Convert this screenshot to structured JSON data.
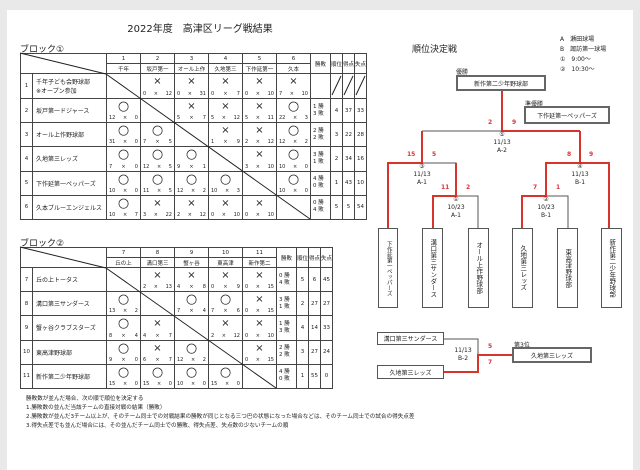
{
  "title": "2022年度　高津区リーグ戦結果",
  "block1": {
    "title": "ブロック①",
    "col_nums": [
      "1",
      "2",
      "3",
      "4",
      "5",
      "6"
    ],
    "col_names": [
      "千年",
      "坂戸第一",
      "オール上作",
      "久地第三",
      "下作延第一",
      "久本"
    ],
    "headers": {
      "record": "勝敗",
      "rank": "順位",
      "scored": "得点",
      "allowed": "失点"
    },
    "rows": [
      {
        "num": "1",
        "team": "千年子ども会野球部",
        "note": "※オープン参加",
        "results": [
          null,
          [
            "×",
            "0",
            "12"
          ],
          [
            "×",
            "0",
            "31"
          ],
          [
            "×",
            "0",
            "7"
          ],
          [
            "×",
            "0",
            "10"
          ],
          [
            "×",
            "7",
            "10"
          ]
        ],
        "wins": "",
        "losses": "",
        "rank": "",
        "scored": "",
        "allowed": ""
      },
      {
        "num": "2",
        "team": "坂戸第一ドジャース",
        "results": [
          [
            "○",
            "12",
            "0"
          ],
          null,
          [
            "×",
            "5",
            "7"
          ],
          [
            "×",
            "5",
            "12"
          ],
          [
            "×",
            "5",
            "11"
          ],
          [
            "○",
            "22",
            "3"
          ]
        ],
        "wins": "1",
        "losses": "3",
        "rank": "4",
        "scored": "37",
        "allowed": "33"
      },
      {
        "num": "3",
        "team": "オール上作野球部",
        "results": [
          [
            "○",
            "31",
            "0"
          ],
          [
            "○",
            "7",
            "5"
          ],
          null,
          [
            "×",
            "1",
            "9"
          ],
          [
            "×",
            "2",
            "12"
          ],
          [
            "○",
            "12",
            "2"
          ]
        ],
        "wins": "2",
        "losses": "2",
        "rank": "3",
        "scored": "22",
        "allowed": "28"
      },
      {
        "num": "4",
        "team": "久地第三レッズ",
        "results": [
          [
            "○",
            "7",
            "0"
          ],
          [
            "○",
            "12",
            "5"
          ],
          [
            "○",
            "9",
            "1"
          ],
          null,
          [
            "×",
            "3",
            "10"
          ],
          [
            "○",
            "10",
            "0"
          ]
        ],
        "wins": "3",
        "losses": "1",
        "rank": "2",
        "scored": "34",
        "allowed": "16"
      },
      {
        "num": "5",
        "team": "下作延第一ペッパーズ",
        "results": [
          [
            "○",
            "10",
            "0"
          ],
          [
            "○",
            "11",
            "5"
          ],
          [
            "○",
            "12",
            "2"
          ],
          [
            "○",
            "10",
            "3"
          ],
          null,
          [
            "○",
            "10",
            "0"
          ]
        ],
        "wins": "4",
        "losses": "0",
        "rank": "1",
        "scored": "43",
        "allowed": "10"
      },
      {
        "num": "6",
        "team": "久本ブルーエンジェルス",
        "results": [
          [
            "○",
            "10",
            "7"
          ],
          [
            "×",
            "3",
            "22"
          ],
          [
            "×",
            "2",
            "12"
          ],
          [
            "×",
            "0",
            "10"
          ],
          [
            "×",
            "0",
            "10"
          ],
          null
        ],
        "wins": "0",
        "losses": "4",
        "rank": "5",
        "scored": "5",
        "allowed": "54"
      }
    ]
  },
  "block2": {
    "title": "ブロック②",
    "col_nums": [
      "7",
      "8",
      "9",
      "10",
      "11"
    ],
    "col_names": [
      "丘の上",
      "溝口第三",
      "蟹ヶ谷",
      "東高津",
      "新作第二"
    ],
    "headers": {
      "record": "勝敗",
      "rank": "順位",
      "scored": "得点",
      "allowed": "失点"
    },
    "rows": [
      {
        "num": "7",
        "team": "丘の上トータス",
        "results": [
          null,
          [
            "×",
            "2",
            "13"
          ],
          [
            "×",
            "4",
            "8"
          ],
          [
            "×",
            "0",
            "9"
          ],
          [
            "×",
            "0",
            "15"
          ]
        ],
        "wins": "0",
        "losses": "4",
        "rank": "5",
        "scored": "6",
        "allowed": "45"
      },
      {
        "num": "8",
        "team": "溝口第三サンダース",
        "results": [
          [
            "○",
            "13",
            "2"
          ],
          null,
          [
            "○",
            "7",
            "4"
          ],
          [
            "○",
            "7",
            "6"
          ],
          [
            "×",
            "0",
            "15"
          ]
        ],
        "wins": "3",
        "losses": "1",
        "rank": "2",
        "scored": "27",
        "allowed": "27"
      },
      {
        "num": "9",
        "team": "蟹ヶ谷クラブスターズ",
        "results": [
          [
            "○",
            "8",
            "4"
          ],
          [
            "×",
            "4",
            "7"
          ],
          null,
          [
            "×",
            "2",
            "12"
          ],
          [
            "×",
            "0",
            "10"
          ]
        ],
        "wins": "1",
        "losses": "3",
        "rank": "4",
        "scored": "14",
        "allowed": "33"
      },
      {
        "num": "10",
        "team": "東高津野球部",
        "results": [
          [
            "○",
            "9",
            "0"
          ],
          [
            "×",
            "6",
            "7"
          ],
          [
            "○",
            "12",
            "2"
          ],
          null,
          [
            "×",
            "0",
            "15"
          ]
        ],
        "wins": "2",
        "losses": "2",
        "rank": "3",
        "scored": "27",
        "allowed": "24"
      },
      {
        "num": "11",
        "team": "新作第二少年野球部",
        "results": [
          [
            "○",
            "15",
            "0"
          ],
          [
            "○",
            "15",
            "0"
          ],
          [
            "○",
            "10",
            "0"
          ],
          [
            "○",
            "15",
            "0"
          ],
          null
        ],
        "wins": "4",
        "losses": "0",
        "rank": "1",
        "scored": "55",
        "allowed": "0"
      }
    ]
  },
  "labels": {
    "win": "勝",
    "loss": "敗",
    "x": "×"
  },
  "notes": [
    "勝敗数が並んだ場合、次の順で順位を決定する",
    "1.勝敗数の並んだ当該チームの直接対戦の結果（勝敗）",
    "2.勝敗数が並んだ3チーム以上が、そのチーム同士での対戦結果の勝敗が同じとなる三つ巴の状態になった場合などは、そのチーム同士での試合の得失点差",
    "3.得失点差でも並んだ場合には、その並んだチーム同士での勝敗、得失点差、失点数の少ないチームの順"
  ],
  "bracket": {
    "title": "順位決定戦",
    "legend": [
      "A　瀬田球場",
      "B　諏訪第一球場",
      "①　9:00〜",
      "②　10:30〜"
    ],
    "champion_label": "優勝",
    "champion": "新作第二少年野球部",
    "runnerup_label": "準優勝",
    "runnerup": "下作延第一ペッパーズ",
    "third_label": "第3位",
    "third": "久地第三レッズ",
    "teams": [
      "下作延第一ペッパーズ",
      "溝口第三サンダース",
      "オール上作野球部",
      "久地第三レッズ",
      "東高津野球部",
      "新作第二少年野球部"
    ],
    "matches": [
      {
        "id": "①",
        "date": "10/23",
        "venue": "A-1",
        "scores": [
          "11",
          "2"
        ]
      },
      {
        "id": "②",
        "date": "10/23",
        "venue": "B-1",
        "scores": [
          "7",
          "1"
        ]
      },
      {
        "id": "③",
        "date": "11/13",
        "venue": "A-1",
        "scores": [
          "15",
          "5"
        ]
      },
      {
        "id": "④",
        "date": "11/13",
        "venue": "B-1",
        "scores": [
          "8",
          "9"
        ]
      },
      {
        "id": "⑤",
        "date": "11/13",
        "venue": "A-2",
        "scores": [
          "2",
          "9"
        ]
      }
    ],
    "third_match": {
      "date": "11/13",
      "venue": "B-2",
      "teams": [
        "溝口第三サンダース",
        "久地第三レッズ"
      ],
      "scores": [
        "5",
        "7"
      ]
    }
  },
  "colors": {
    "win_line": "#d9342b",
    "line": "#555555"
  }
}
